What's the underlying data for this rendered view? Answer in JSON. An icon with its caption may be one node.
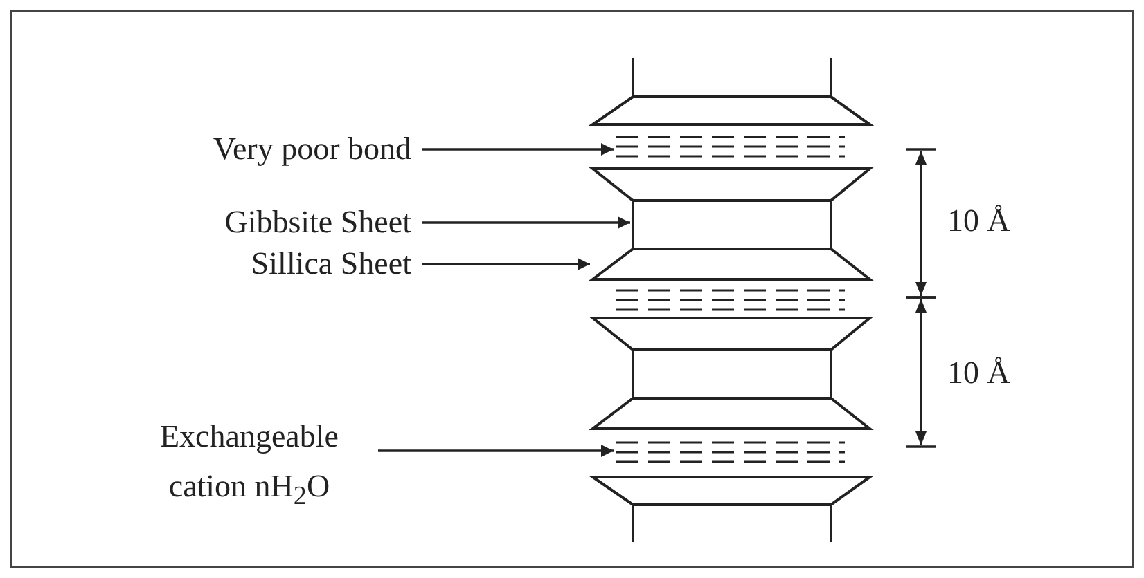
{
  "diagram": {
    "nodes": [
      {
        "text": [
          "Very poor bond"
        ]
      },
      {
        "text": [],
        "shape": "bar"
      },
      {
        "text": [
          "Gibbsite Sheet"
        ]
      },
      {
        "text": [],
        "shape": "box"
      },
      {
        "text": [
          "Sillica Sheet"
        ]
      },
      {
        "text": [],
        "shape": "trapezoid"
      },
      {
        "text": [
          "Exchangeable cation nH$_{2}$O"
        ]
      },
      {
        "text": [],
        "shape": "bar"
      }
    ],
    "edges": [
      {
        "from": 0,
        "to": 1,
        "arrow": "to"
      },
      {
        "from": 2,
        "to": 3,
        "arrow": "to"
      },
      {
        "from": 4,
        "to": 5,
        "arrow": "to"
      },
      {
        "from": 6,
        "to": 7,
        "arrow": "to"
      }
    ],
    "labels": [
      "10 Å",
      "10 Å"
    ]
  }
}
